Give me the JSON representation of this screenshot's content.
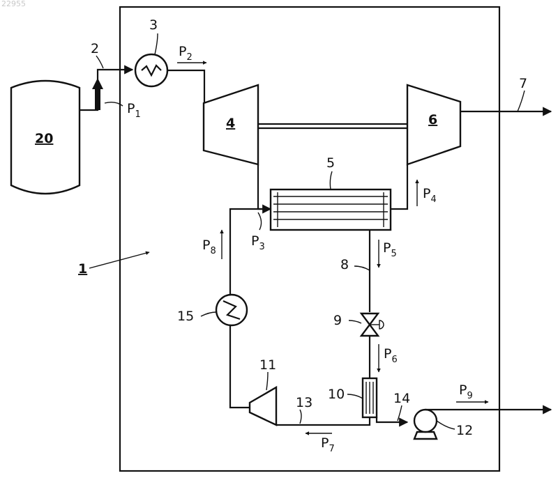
{
  "watermark": "22955",
  "figure_number": "1",
  "components": {
    "storage_tank": "20",
    "supply_line": "2",
    "heater_1": "3",
    "turbine_1": "4",
    "recuperator": "5",
    "turbine_2": "6",
    "output": "7",
    "line_8": "8",
    "valve": "9",
    "heat_exchanger": "10",
    "compressor": "11",
    "pump": "12",
    "line_13": "13",
    "line_14": "14",
    "heater_2": "15"
  },
  "pressures": [
    {
      "main": "P",
      "sub": "1"
    },
    {
      "main": "P",
      "sub": "2"
    },
    {
      "main": "P",
      "sub": "3"
    },
    {
      "main": "P",
      "sub": "4"
    },
    {
      "main": "P",
      "sub": "5"
    },
    {
      "main": "P",
      "sub": "6"
    },
    {
      "main": "P",
      "sub": "7"
    },
    {
      "main": "P",
      "sub": "8"
    },
    {
      "main": "P",
      "sub": "9"
    }
  ]
}
